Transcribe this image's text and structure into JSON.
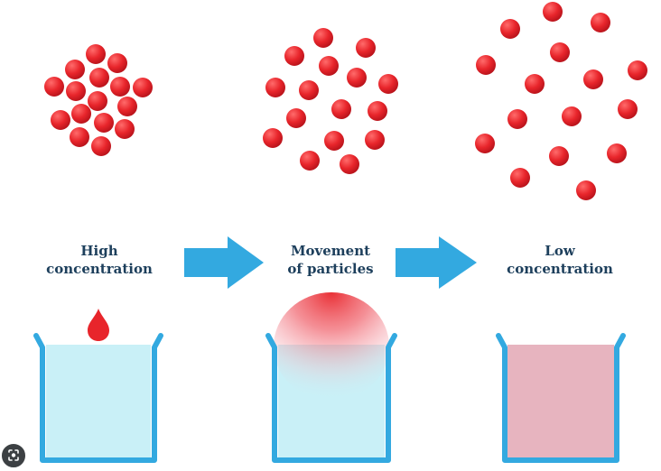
{
  "stages": [
    {
      "line1": "High",
      "line2": "concentration"
    },
    {
      "line1": "Movement",
      "line2": "of particles"
    },
    {
      "line1": "Low",
      "line2": "concentration"
    }
  ],
  "colors": {
    "particle": "#e8252b",
    "arrow": "#33a9e0",
    "beaker": "#33a9e0",
    "water": "#c9f0f7",
    "mixed_water": "#e7b4bf",
    "text": "#1d3f5c"
  },
  "icons": [
    "drop-icon",
    "arrow-right-icon",
    "beaker-icon",
    "lens-icon"
  ]
}
